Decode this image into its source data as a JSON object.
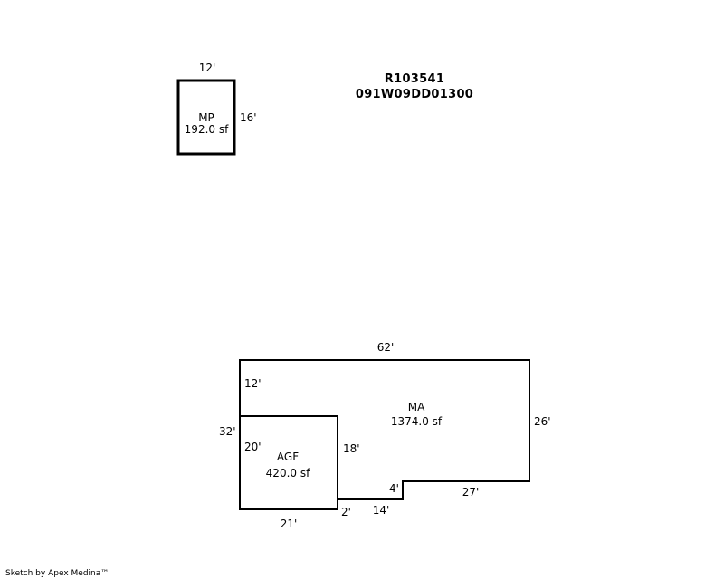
{
  "parcel": {
    "account": "R103541",
    "map_number": "091W09DD01300"
  },
  "mp": {
    "name": "MP",
    "area": "192.0 sf",
    "width": "12'",
    "depth": "16'"
  },
  "ma": {
    "name": "MA",
    "area": "1374.0 sf",
    "dim_top": "62'",
    "dim_right": "26'",
    "dim_left": "32'",
    "dim_left_upper": "12'",
    "dim_step_bottom": "27'",
    "dim_step_vertical": "4'",
    "dim_bottom_mid": "14'",
    "dim_bottom_short": "2'"
  },
  "agf": {
    "name": "AGF",
    "area": "420.0 sf",
    "dim_left": "20'",
    "dim_right": "18'",
    "dim_bottom": "21'"
  },
  "footer": {
    "credit": "Sketch by Apex Medina™"
  },
  "colors": {
    "line": "#000000",
    "background": "#ffffff"
  }
}
